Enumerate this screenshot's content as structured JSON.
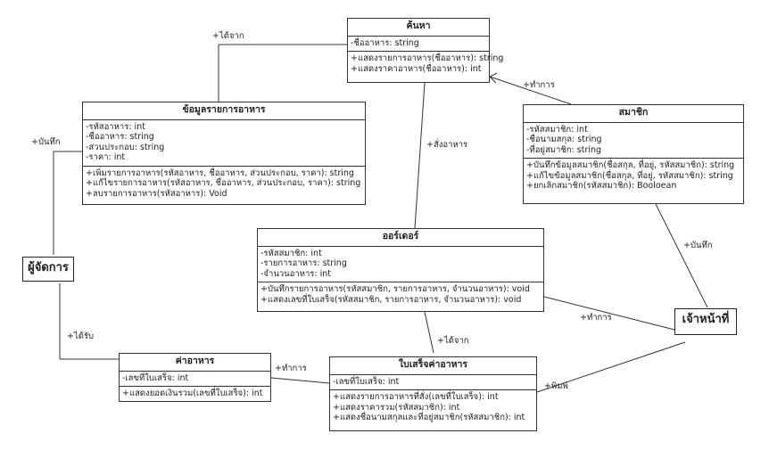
{
  "classes": {
    "search": {
      "title": "ค้นหา",
      "attributes": [
        "-ชื่ออาหาร: string"
      ],
      "methods": [
        "+แสดงรายการอาหาร(ชื่ออาหาร): string",
        "+แสดงราคาอาหาร(ชื่ออาหาร): int"
      ]
    },
    "food_info": {
      "title": "ข้อมูลรายการอาหาร",
      "attributes": [
        "-รหัสอาหาร: int",
        "-ชื่ออาหาร: string",
        "-ส่วนประกอบ: string",
        "-ราคา: int"
      ],
      "methods": [
        "+เพิ่มรายการอาหาร(รหัสอาหาร, ชื่ออาหาร, ส่วนประกอบ, ราคา): string",
        "+แก้ไขรายการอาหาร(รหัสอาหาร, ชื่ออาหาร, ส่วนประกอบ, ราคา): string",
        "+ลบรายการอาหาร(รหัสอาหาร): Void"
      ]
    },
    "member": {
      "title": "สมาชิก",
      "attributes": [
        "-รหัสสมาชิก: int",
        "-ชื่อนามสกุล: string",
        "-ที่อยู่สมาชิก: string"
      ],
      "methods": [
        "+บันทึกข้อมูลสมาชิก(ชื่อสกุล, ที่อยู่, รหัสสมาชิก): string",
        "+แก้ไขข้อมูลสมาชิก(ชื่อสกุล, ที่อยู่, รหัสสมาชิก): string",
        "+ยกเลิกสมาชิก(รหัสสมาชิก): Booloean"
      ]
    },
    "order": {
      "title": "ออร์เดอร์",
      "attributes": [
        "-รหัสสมาชิก: int",
        "-รายการอาหาร: string",
        "-จำนวนอาหาร: int"
      ],
      "methods": [
        "+บันทึกรายการอาหาร(รหัสสมาชิก, รายการอาหาร, จำนวนอาหาร): void",
        "+แสดงเลขที่ใบเสร็จ(รหัสสมาชิก, รายการอาหาร, จำนวนอาหาร): void"
      ]
    },
    "food_cost": {
      "title": "ค่าอาหาร",
      "attributes": [
        "-เลขที่ใบเสร็จ: int"
      ],
      "methods": [
        "+แสดงยอดเงินรวม(เลขที่ใบเสร็จ): int"
      ]
    },
    "receipt": {
      "title": "ใบเสร็จค่าอาหาร",
      "attributes": [
        "-เลขที่ใบเสร็จ: int"
      ],
      "methods": [
        "+แสดงรายการอาหารที่สั่ง(เลขที่ใบเสร็จ): int",
        "+แสดงราคารวม(รหัสสมาชิก): int",
        "+แสดงชื่อนามสกุลและที่อยู่สมาชิก(รหัสสมาชิก): int"
      ]
    }
  },
  "actors": {
    "manager": "ผู้จัดการ",
    "staff": "เจ้าหน้าที่"
  },
  "labels": {
    "get_from_top": "+ได้จาก",
    "save_left": "+บันทึก",
    "order_food": "+สั่งอาหาร",
    "do_member": "+ทำการ",
    "save_right": "+บันทึก",
    "do_order": "+ทำการ",
    "get_from_mid": "+ได้จาก",
    "receive": "+ได้รับ",
    "do_receipt": "+ทำการ",
    "print": "+พิมพ์"
  }
}
